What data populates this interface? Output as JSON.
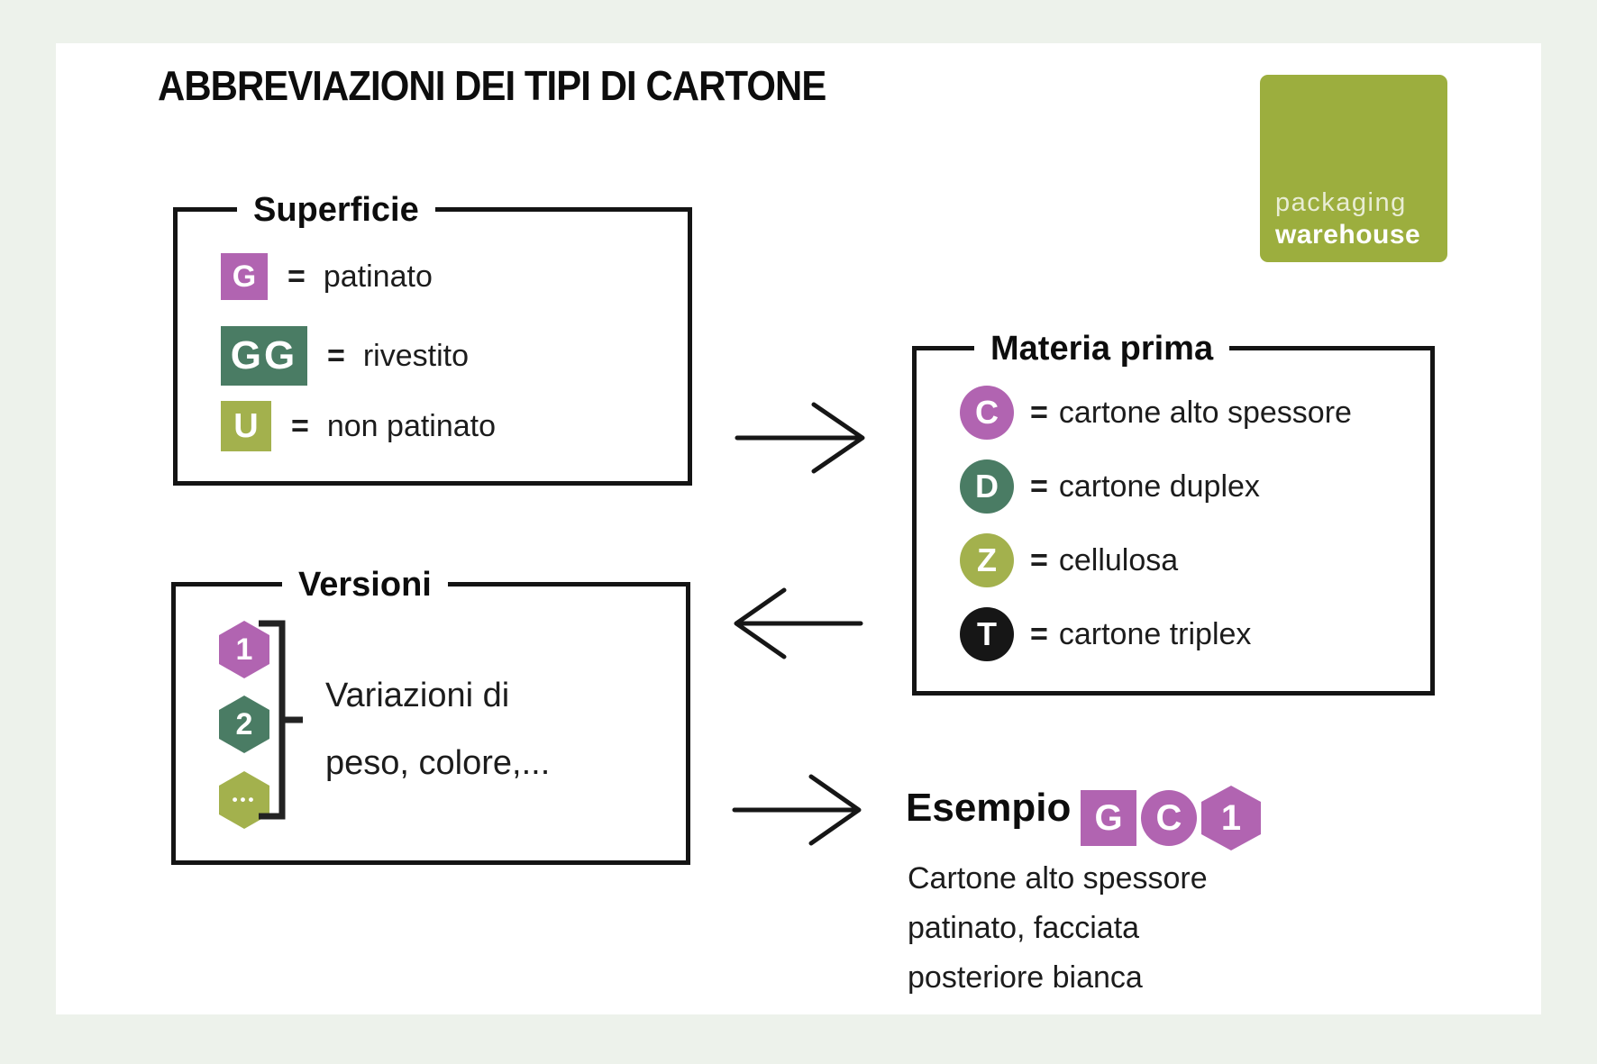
{
  "title": "ABBREVIAZIONI DEI TIPI DI CARTONE",
  "equals": "=",
  "logo": {
    "line1": "packaging",
    "line2": "warehouse"
  },
  "colors": {
    "purple": "#b164b1",
    "green": "#4a7c64",
    "olive": "#a3b14d",
    "black": "#161616",
    "logo_olive": "#9cae3e",
    "ink": "#141414",
    "background": "#edf2eb",
    "panel": "#ffffff"
  },
  "boxes": {
    "superficie": {
      "title": "Superficie",
      "items": [
        {
          "code": "G",
          "shape": "square",
          "color": "purple",
          "label": "patinato"
        },
        {
          "code": "GG",
          "shape": "square",
          "color": "green",
          "label": "rivestito"
        },
        {
          "code": "U",
          "shape": "square",
          "color": "olive",
          "label": "non patinato"
        }
      ]
    },
    "materia_prima": {
      "title": "Materia prima",
      "items": [
        {
          "code": "C",
          "shape": "circle",
          "color": "purple",
          "label": "cartone alto spessore"
        },
        {
          "code": "D",
          "shape": "circle",
          "color": "green",
          "label": "cartone duplex"
        },
        {
          "code": "Z",
          "shape": "circle",
          "color": "olive",
          "label": "cellulosa"
        },
        {
          "code": "T",
          "shape": "circle",
          "color": "black",
          "label": "cartone triplex"
        }
      ]
    },
    "versioni": {
      "title": "Versioni",
      "items": [
        {
          "code": "1",
          "shape": "hexagon",
          "color": "purple"
        },
        {
          "code": "2",
          "shape": "hexagon",
          "color": "green"
        },
        {
          "code": "•••",
          "shape": "hexagon",
          "color": "olive"
        }
      ],
      "note_line1": "Variazioni di",
      "note_line2": "peso, colore,..."
    }
  },
  "esempio": {
    "label": "Esempio",
    "codes": [
      {
        "code": "G",
        "shape": "square",
        "color": "purple"
      },
      {
        "code": "C",
        "shape": "circle",
        "color": "purple"
      },
      {
        "code": "1",
        "shape": "hexagon",
        "color": "purple"
      }
    ],
    "description_lines": [
      "Cartone alto spessore",
      "patinato, facciata",
      "posteriore bianca"
    ]
  }
}
